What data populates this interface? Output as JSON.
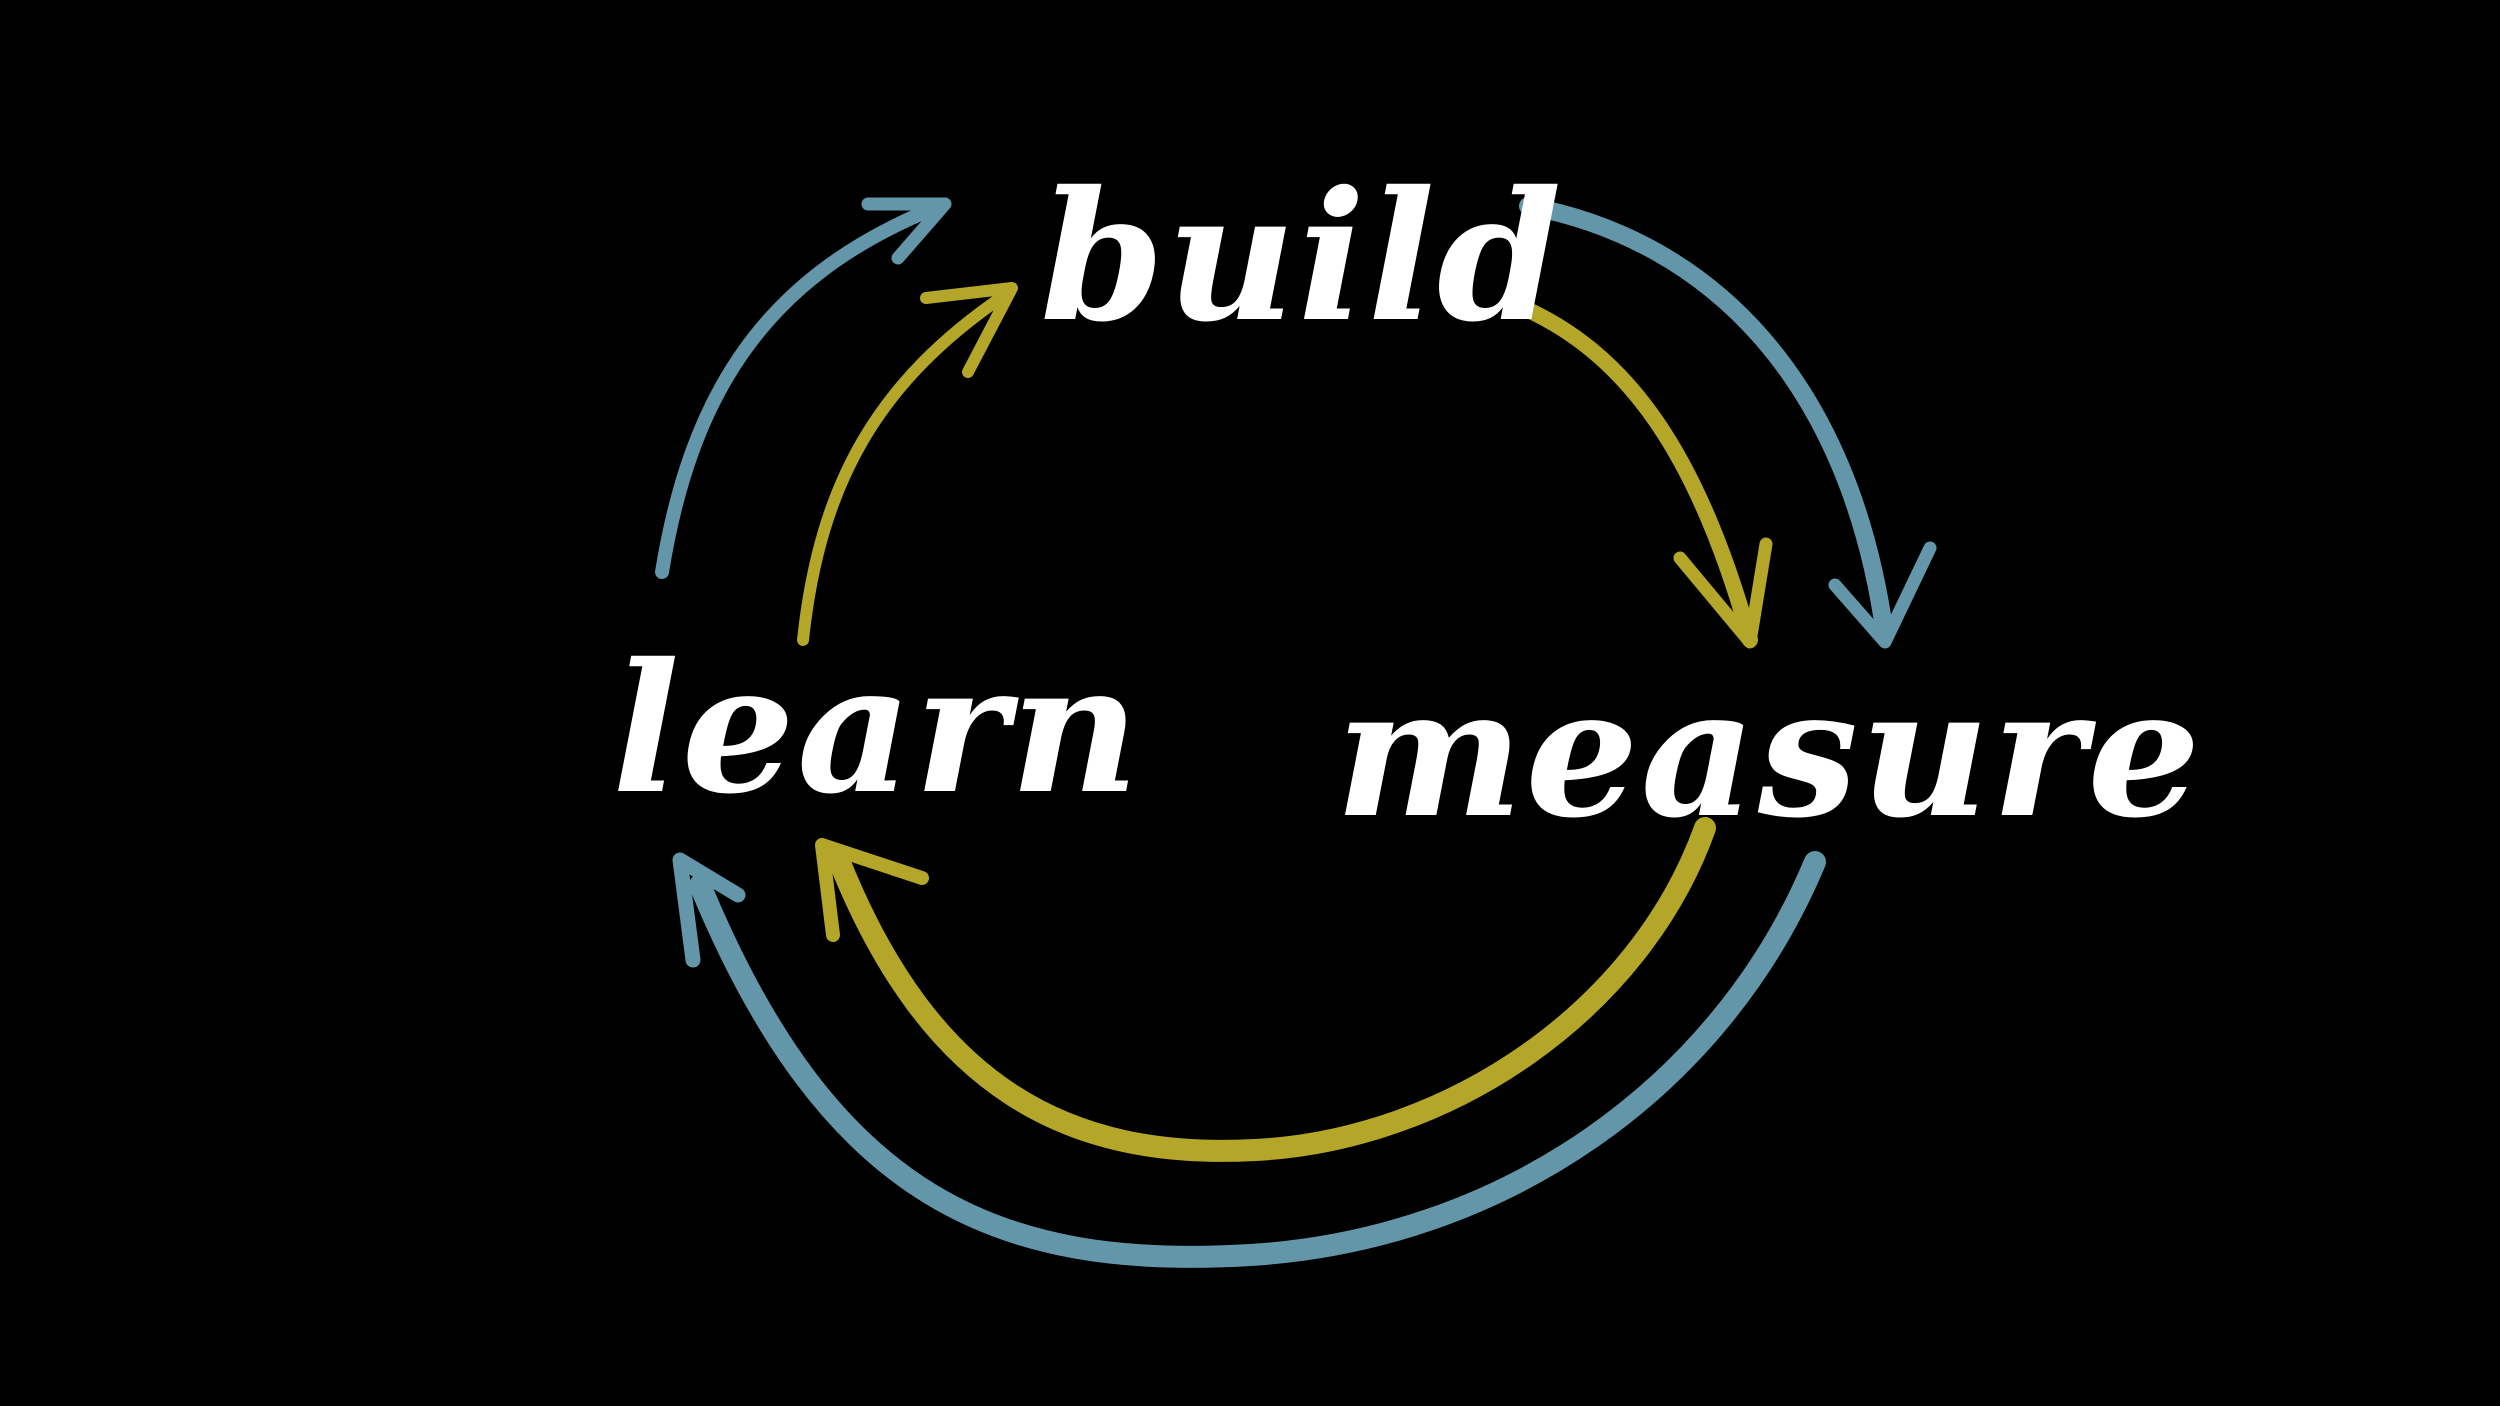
{
  "diagram": {
    "nodes": [
      {
        "id": "build",
        "label": "build"
      },
      {
        "id": "measure",
        "label": "measure"
      },
      {
        "id": "learn",
        "label": "learn"
      }
    ],
    "edges": [
      {
        "from": "build",
        "to": "measure",
        "style": "outer-loop"
      },
      {
        "from": "build",
        "to": "measure",
        "style": "inner-loop"
      },
      {
        "from": "measure",
        "to": "learn",
        "style": "outer-loop"
      },
      {
        "from": "measure",
        "to": "learn",
        "style": "inner-loop"
      },
      {
        "from": "learn",
        "to": "build",
        "style": "outer-loop"
      },
      {
        "from": "learn",
        "to": "build",
        "style": "inner-loop"
      }
    ]
  },
  "colors": {
    "background": "#000000",
    "text": "#ffffff",
    "outer_loop": "#6496aa",
    "inner_loop": "#b4a628"
  }
}
